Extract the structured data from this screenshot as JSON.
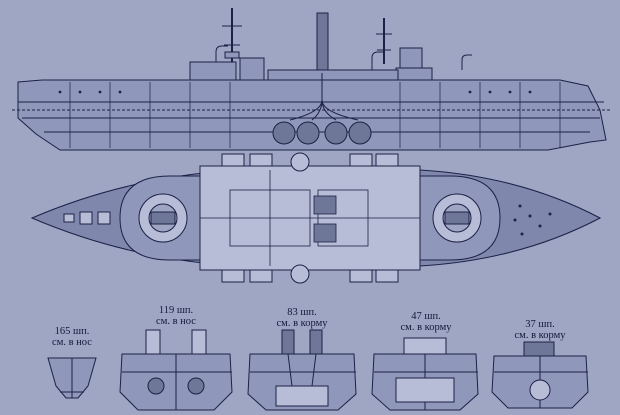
{
  "colors": {
    "background": "#9fa6c4",
    "hull": "#8f97ba",
    "deck": "#7f88ac",
    "line": "#1c2147",
    "light": "#b7bdd6"
  },
  "sections": [
    {
      "frame": "165 шп.",
      "direction": "см. в нос"
    },
    {
      "frame": "119 шп.",
      "direction": "см. в нос"
    },
    {
      "frame": "83 шп.",
      "direction": "см. в корму"
    },
    {
      "frame": "47 шп.",
      "direction": "см. в корму"
    },
    {
      "frame": "37 шп.",
      "direction": "см. в корму"
    }
  ]
}
